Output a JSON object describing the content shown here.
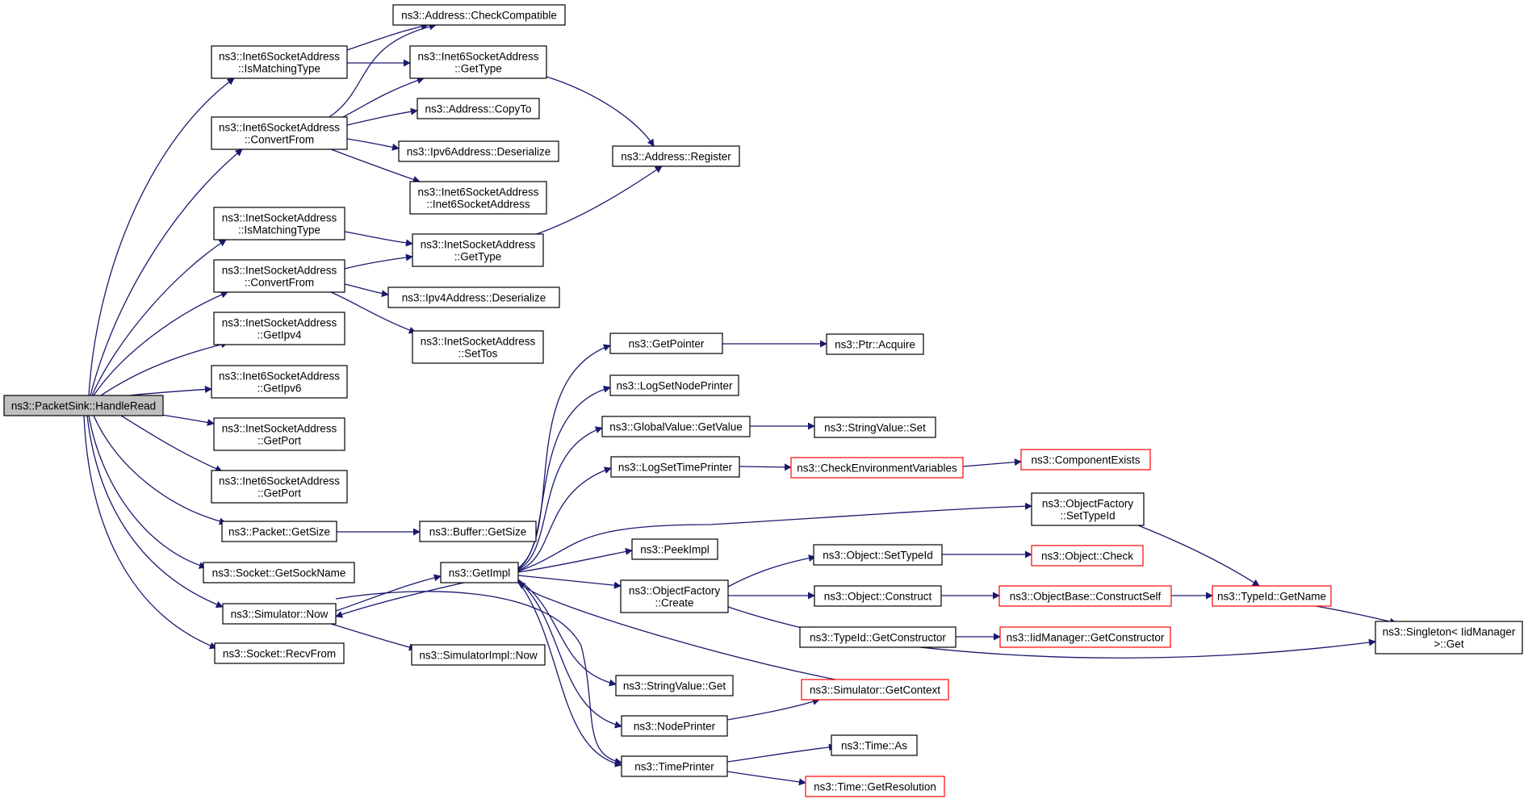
{
  "graph": {
    "title": "",
    "colors": {
      "edge": "#191970",
      "border": "#000000",
      "truncated_border": "#ff0000",
      "root_fill": "#bfbfbf",
      "node_fill": "#ffffff"
    },
    "nodes": [
      {
        "id": "handleread",
        "lines": [
          "ns3::PacketSink::HandleRead"
        ],
        "style": "root"
      },
      {
        "id": "i6_ismatching",
        "lines": [
          "ns3::Inet6SocketAddress",
          "::IsMatchingType"
        ],
        "style": "normal"
      },
      {
        "id": "addr_checkcompat",
        "lines": [
          "ns3::Address::CheckCompatible"
        ],
        "style": "normal"
      },
      {
        "id": "i6_gettype",
        "lines": [
          "ns3::Inet6SocketAddress",
          "::GetType"
        ],
        "style": "normal"
      },
      {
        "id": "i6_convertfrom",
        "lines": [
          "ns3::Inet6SocketAddress",
          "::ConvertFrom"
        ],
        "style": "normal"
      },
      {
        "id": "addr_copyto",
        "lines": [
          "ns3::Address::CopyTo"
        ],
        "style": "normal"
      },
      {
        "id": "ipv6_deser",
        "lines": [
          "ns3::Ipv6Address::Deserialize"
        ],
        "style": "normal"
      },
      {
        "id": "i6_ctor",
        "lines": [
          "ns3::Inet6SocketAddress",
          "::Inet6SocketAddress"
        ],
        "style": "normal"
      },
      {
        "id": "addr_register",
        "lines": [
          "ns3::Address::Register"
        ],
        "style": "normal"
      },
      {
        "id": "i4_ismatching",
        "lines": [
          "ns3::InetSocketAddress",
          "::IsMatchingType"
        ],
        "style": "normal"
      },
      {
        "id": "i4_gettype",
        "lines": [
          "ns3::InetSocketAddress",
          "::GetType"
        ],
        "style": "normal"
      },
      {
        "id": "i4_convertfrom",
        "lines": [
          "ns3::InetSocketAddress",
          "::ConvertFrom"
        ],
        "style": "normal"
      },
      {
        "id": "ipv4_deser",
        "lines": [
          "ns3::Ipv4Address::Deserialize"
        ],
        "style": "normal"
      },
      {
        "id": "i4_settos",
        "lines": [
          "ns3::InetSocketAddress",
          "::SetTos"
        ],
        "style": "normal"
      },
      {
        "id": "i4_getipv4",
        "lines": [
          "ns3::InetSocketAddress",
          "::GetIpv4"
        ],
        "style": "normal"
      },
      {
        "id": "i6_getipv6",
        "lines": [
          "ns3::Inet6SocketAddress",
          "::GetIpv6"
        ],
        "style": "normal"
      },
      {
        "id": "i4_getport",
        "lines": [
          "ns3::InetSocketAddress",
          "::GetPort"
        ],
        "style": "normal"
      },
      {
        "id": "i6_getport",
        "lines": [
          "ns3::Inet6SocketAddress",
          "::GetPort"
        ],
        "style": "normal"
      },
      {
        "id": "pkt_getsize",
        "lines": [
          "ns3::Packet::GetSize"
        ],
        "style": "normal"
      },
      {
        "id": "buf_getsize",
        "lines": [
          "ns3::Buffer::GetSize"
        ],
        "style": "normal"
      },
      {
        "id": "sock_getsockname",
        "lines": [
          "ns3::Socket::GetSockName"
        ],
        "style": "normal"
      },
      {
        "id": "sim_now",
        "lines": [
          "ns3::Simulator::Now"
        ],
        "style": "normal"
      },
      {
        "id": "sock_recvfrom",
        "lines": [
          "ns3::Socket::RecvFrom"
        ],
        "style": "normal"
      },
      {
        "id": "simimpl_now",
        "lines": [
          "ns3::SimulatorImpl::Now"
        ],
        "style": "normal"
      },
      {
        "id": "getimpl",
        "lines": [
          "ns3::GetImpl"
        ],
        "style": "normal"
      },
      {
        "id": "getpointer",
        "lines": [
          "ns3::GetPointer"
        ],
        "style": "normal"
      },
      {
        "id": "ptr_acquire",
        "lines": [
          "ns3::Ptr::Acquire"
        ],
        "style": "normal"
      },
      {
        "id": "logsetnodeprinter",
        "lines": [
          "ns3::LogSetNodePrinter"
        ],
        "style": "normal"
      },
      {
        "id": "gv_getvalue",
        "lines": [
          "ns3::GlobalValue::GetValue"
        ],
        "style": "normal"
      },
      {
        "id": "sv_set",
        "lines": [
          "ns3::StringValue::Set"
        ],
        "style": "normal"
      },
      {
        "id": "logsettimeprinter",
        "lines": [
          "ns3::LogSetTimePrinter"
        ],
        "style": "normal"
      },
      {
        "id": "checkenv",
        "lines": [
          "ns3::CheckEnvironmentVariables"
        ],
        "style": "red"
      },
      {
        "id": "compexists",
        "lines": [
          "ns3::ComponentExists"
        ],
        "style": "red"
      },
      {
        "id": "of_settypeid",
        "lines": [
          "ns3::ObjectFactory",
          "::SetTypeId"
        ],
        "style": "normal"
      },
      {
        "id": "peekimpl",
        "lines": [
          "ns3::PeekImpl"
        ],
        "style": "normal"
      },
      {
        "id": "of_create",
        "lines": [
          "ns3::ObjectFactory",
          "::Create"
        ],
        "style": "normal"
      },
      {
        "id": "obj_settypeid",
        "lines": [
          "ns3::Object::SetTypeId"
        ],
        "style": "normal"
      },
      {
        "id": "obj_check",
        "lines": [
          "ns3::Object::Check"
        ],
        "style": "red"
      },
      {
        "id": "obj_construct",
        "lines": [
          "ns3::Object::Construct"
        ],
        "style": "normal"
      },
      {
        "id": "ob_constructself",
        "lines": [
          "ns3::ObjectBase::ConstructSelf"
        ],
        "style": "red"
      },
      {
        "id": "typeid_getname",
        "lines": [
          "ns3::TypeId::GetName"
        ],
        "style": "red"
      },
      {
        "id": "typeid_getctor",
        "lines": [
          "ns3::TypeId::GetConstructor"
        ],
        "style": "normal"
      },
      {
        "id": "iidmgr_getctor",
        "lines": [
          "ns3::IidManager::GetConstructor"
        ],
        "style": "red"
      },
      {
        "id": "singleton_get",
        "lines": [
          "ns3::Singleton< IidManager",
          ">::Get"
        ],
        "style": "normal"
      },
      {
        "id": "sv_get",
        "lines": [
          "ns3::StringValue::Get"
        ],
        "style": "normal"
      },
      {
        "id": "sim_getcontext",
        "lines": [
          "ns3::Simulator::GetContext"
        ],
        "style": "red"
      },
      {
        "id": "nodeprinter",
        "lines": [
          "ns3::NodePrinter"
        ],
        "style": "normal"
      },
      {
        "id": "timeprinter",
        "lines": [
          "ns3::TimePrinter"
        ],
        "style": "normal"
      },
      {
        "id": "time_as",
        "lines": [
          "ns3::Time::As"
        ],
        "style": "normal"
      },
      {
        "id": "time_getres",
        "lines": [
          "ns3::Time::GetResolution"
        ],
        "style": "red"
      }
    ],
    "edges": [
      {
        "from": "handleread",
        "to": "i6_ismatching"
      },
      {
        "from": "handleread",
        "to": "i6_convertfrom"
      },
      {
        "from": "handleread",
        "to": "i4_ismatching"
      },
      {
        "from": "handleread",
        "to": "i4_convertfrom"
      },
      {
        "from": "handleread",
        "to": "i4_getipv4"
      },
      {
        "from": "handleread",
        "to": "i6_getipv6"
      },
      {
        "from": "handleread",
        "to": "i4_getport"
      },
      {
        "from": "handleread",
        "to": "i6_getport"
      },
      {
        "from": "handleread",
        "to": "pkt_getsize"
      },
      {
        "from": "handleread",
        "to": "sock_getsockname"
      },
      {
        "from": "handleread",
        "to": "sim_now"
      },
      {
        "from": "handleread",
        "to": "sock_recvfrom"
      },
      {
        "from": "i6_ismatching",
        "to": "addr_checkcompat"
      },
      {
        "from": "i6_ismatching",
        "to": "i6_gettype"
      },
      {
        "from": "i6_convertfrom",
        "to": "addr_checkcompat"
      },
      {
        "from": "i6_convertfrom",
        "to": "i6_gettype"
      },
      {
        "from": "i6_convertfrom",
        "to": "addr_copyto"
      },
      {
        "from": "i6_convertfrom",
        "to": "ipv6_deser"
      },
      {
        "from": "i6_convertfrom",
        "to": "i6_ctor"
      },
      {
        "from": "i6_gettype",
        "to": "addr_register"
      },
      {
        "from": "i4_gettype",
        "to": "addr_register"
      },
      {
        "from": "i4_ismatching",
        "to": "i4_gettype"
      },
      {
        "from": "i4_convertfrom",
        "to": "i4_gettype"
      },
      {
        "from": "i4_convertfrom",
        "to": "ipv4_deser"
      },
      {
        "from": "i4_convertfrom",
        "to": "i4_settos"
      },
      {
        "from": "pkt_getsize",
        "to": "buf_getsize"
      },
      {
        "from": "sim_now",
        "to": "getimpl"
      },
      {
        "from": "sim_now",
        "to": "simimpl_now"
      },
      {
        "from": "sim_now",
        "to": "timeprinter"
      },
      {
        "from": "getimpl",
        "to": "sim_now"
      },
      {
        "from": "getimpl",
        "to": "getpointer"
      },
      {
        "from": "getimpl",
        "to": "logsetnodeprinter"
      },
      {
        "from": "getimpl",
        "to": "gv_getvalue"
      },
      {
        "from": "getimpl",
        "to": "logsettimeprinter"
      },
      {
        "from": "getimpl",
        "to": "of_settypeid"
      },
      {
        "from": "getimpl",
        "to": "peekimpl"
      },
      {
        "from": "getimpl",
        "to": "of_create"
      },
      {
        "from": "getimpl",
        "to": "sv_get"
      },
      {
        "from": "getimpl",
        "to": "nodeprinter"
      },
      {
        "from": "getimpl",
        "to": "timeprinter"
      },
      {
        "from": "sim_getcontext",
        "to": "getimpl"
      },
      {
        "from": "getpointer",
        "to": "ptr_acquire"
      },
      {
        "from": "gv_getvalue",
        "to": "sv_set"
      },
      {
        "from": "logsettimeprinter",
        "to": "checkenv"
      },
      {
        "from": "checkenv",
        "to": "compexists"
      },
      {
        "from": "of_create",
        "to": "obj_settypeid"
      },
      {
        "from": "of_create",
        "to": "obj_construct"
      },
      {
        "from": "of_create",
        "to": "typeid_getctor"
      },
      {
        "from": "obj_settypeid",
        "to": "obj_check"
      },
      {
        "from": "obj_construct",
        "to": "ob_constructself"
      },
      {
        "from": "ob_constructself",
        "to": "typeid_getname"
      },
      {
        "from": "of_settypeid",
        "to": "typeid_getname"
      },
      {
        "from": "typeid_getname",
        "to": "singleton_get"
      },
      {
        "from": "typeid_getctor",
        "to": "iidmgr_getctor"
      },
      {
        "from": "typeid_getctor",
        "to": "singleton_get"
      },
      {
        "from": "nodeprinter",
        "to": "sim_getcontext"
      },
      {
        "from": "timeprinter",
        "to": "time_as"
      },
      {
        "from": "timeprinter",
        "to": "time_getres"
      }
    ]
  }
}
